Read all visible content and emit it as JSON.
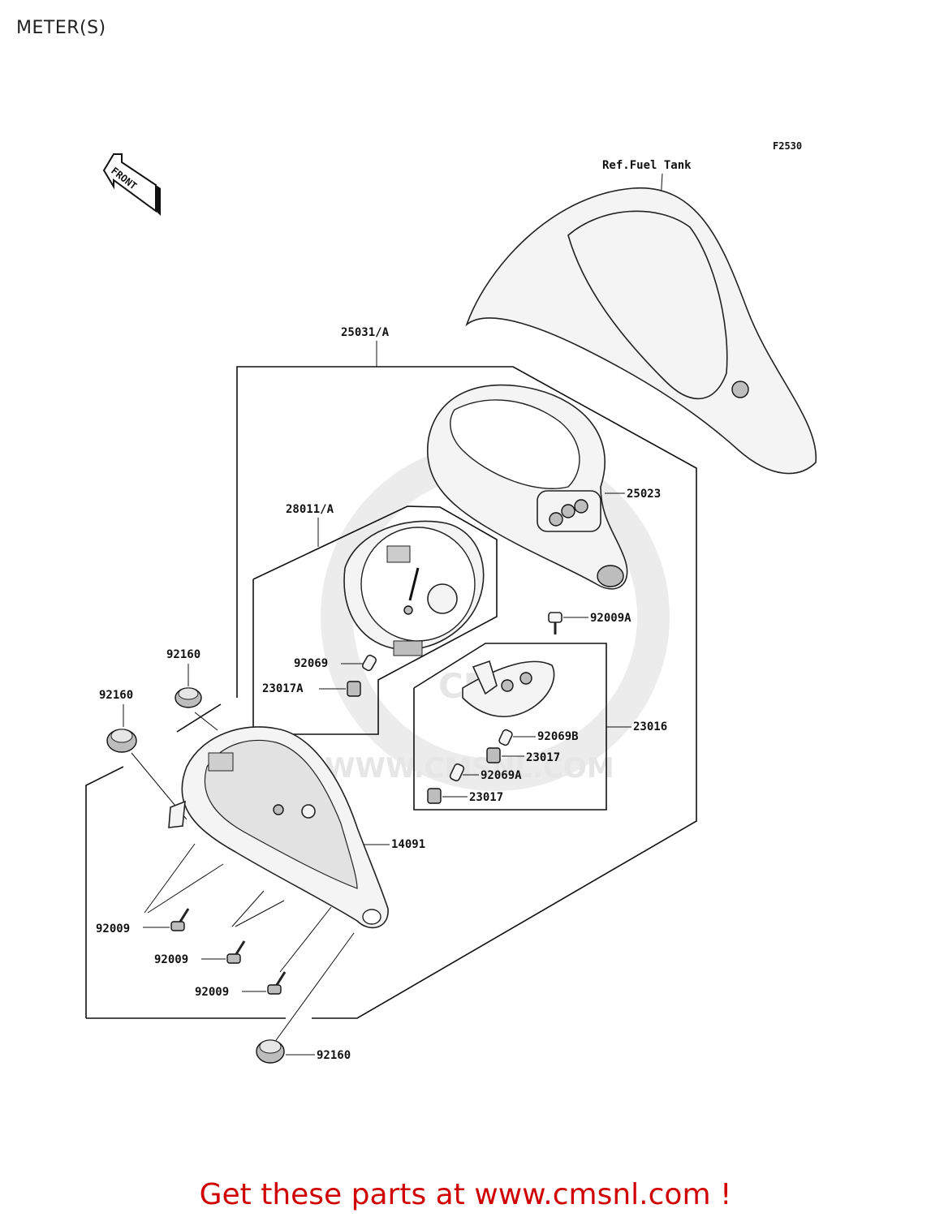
{
  "page": {
    "title": "METER(S)"
  },
  "diagram": {
    "figure_code": "F2530",
    "front_label": "FRONT",
    "ref_fuel_tank": "Ref.Fuel Tank",
    "watermark_url": "WWW.CMSNL.COM",
    "watermark_logo": "CMS",
    "parts": {
      "p25031A": "25031/A",
      "p25023": "25023",
      "p28011A": "28011/A",
      "p92009A": "92009A",
      "p92069": "92069",
      "p23017A": "23017A",
      "p23016": "23016",
      "p92069B": "92069B",
      "p23017_top": "23017",
      "p92069A": "92069A",
      "p23017_bottom": "23017",
      "p92160_top": "92160",
      "p92160_left": "92160",
      "p14091": "14091",
      "p92009_1": "92009",
      "p92009_2": "92009",
      "p92009_3": "92009",
      "p92160_bottom": "92160"
    }
  },
  "promo": {
    "text": "Get these parts at www.cmsnl.com !",
    "color": "#d00000"
  }
}
